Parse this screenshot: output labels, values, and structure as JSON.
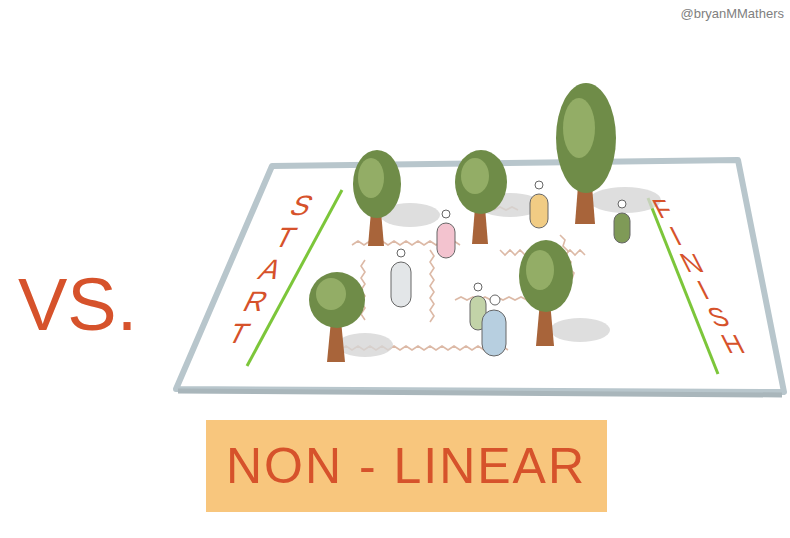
{
  "diagram": {
    "nodes": [
      {
        "text": [
          "NON - LINEAR"
        ]
      }
    ],
    "labels": [
      "VS.",
      "START",
      "FINISH",
      "@bryanMMathers"
    ]
  }
}
